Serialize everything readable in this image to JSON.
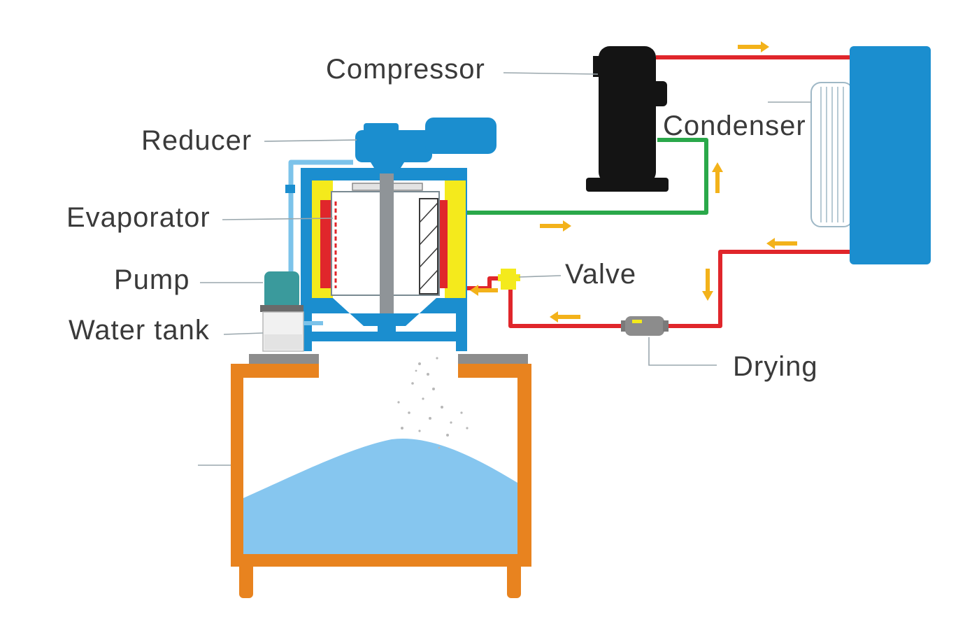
{
  "labels": {
    "compressor": "Compressor",
    "reducer": "Reducer",
    "condenser": "Condenser",
    "evaporator": "Evaporator",
    "valve": "Valve",
    "pump": "Pump",
    "water_tank": "Water tank",
    "drying": "Drying"
  },
  "colors": {
    "hot_pipe": "#e0262b",
    "cold_pipe": "#2aa84a",
    "water_pipe": "#7cc3ea",
    "component_blue": "#1b8ecf",
    "storage_bin": "#e8831f",
    "ice": "#86c6ef",
    "insulation": "#f4ea1c",
    "compressor": "#141414",
    "flow_arrow": "#f3b21a"
  }
}
